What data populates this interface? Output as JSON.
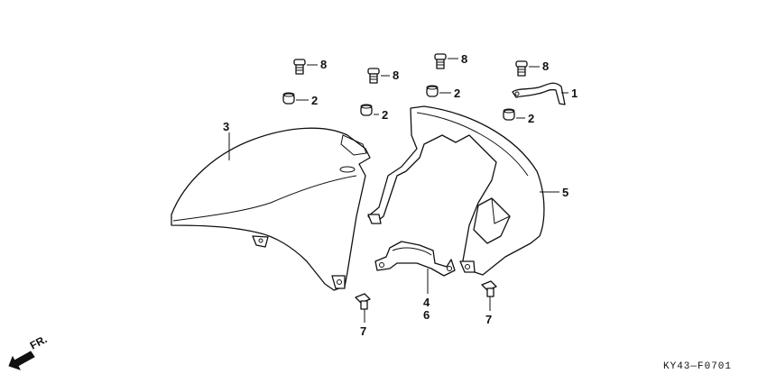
{
  "callouts": {
    "c1": "1",
    "c2a": "2",
    "c2b": "2",
    "c2c": "2",
    "c2d": "2",
    "c3": "3",
    "c4": "4",
    "c5": "5",
    "c6": "6",
    "c7a": "7",
    "c7b": "7",
    "c8a": "8",
    "c8b": "8",
    "c8c": "8",
    "c8d": "8"
  },
  "direction_label": "FR.",
  "diagram_code": "KY43—F0701",
  "colors": {
    "line": "#111111",
    "background": "#ffffff"
  }
}
